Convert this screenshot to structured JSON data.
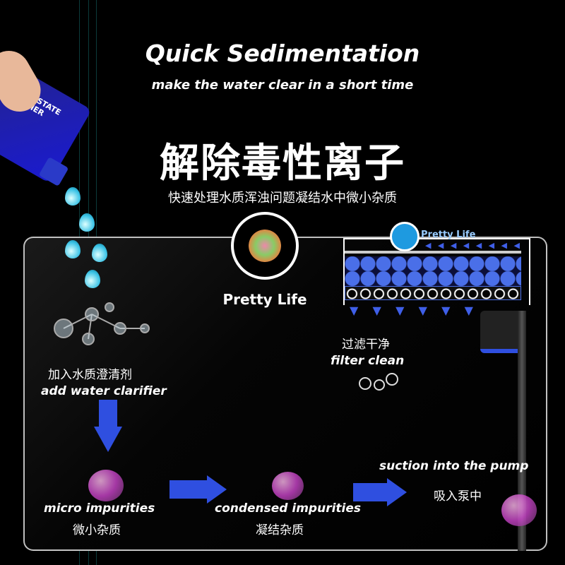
{
  "header": {
    "title": "Quick Sedimentation",
    "subtitle": "make the water clear in a short time",
    "cn_title": "解除毒性离子",
    "cn_subtitle": "快速处理水质浑浊问题凝结水中微小杂质"
  },
  "brand": {
    "name": "Pretty Life",
    "logo_text": "Pretty Life"
  },
  "bottle": {
    "label": "LIQUID STATE CLARIFIER"
  },
  "steps": [
    {
      "cn": "加入水质澄清剂",
      "en": "add water clarifier"
    },
    {
      "cn": "微小杂质",
      "en": "micro impurities"
    },
    {
      "cn": "凝结杂质",
      "en": "condensed impurities"
    },
    {
      "cn": "吸入泵中",
      "en": "suction into the pump"
    },
    {
      "cn": "过滤干净",
      "en": "filter clean"
    }
  ],
  "colors": {
    "arrow": "#2f4fe0",
    "filter_blue": "#4a6fe8",
    "filter_green": "#8fd19e",
    "drop": "#3bc3e6",
    "impurity": "#c86ad6"
  }
}
